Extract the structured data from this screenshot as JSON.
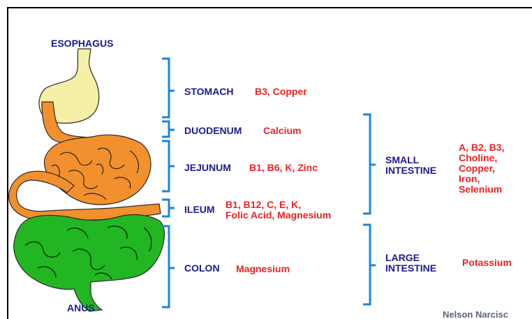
{
  "labels": {
    "esophagus": "ESOPHAGUS",
    "anus": "ANUS",
    "stomach": "STOMACH",
    "duodenum": "DUODENUM",
    "jejunum": "JEJUNUM",
    "ileum": "ILEUM",
    "colon": "COLON",
    "small_intestine": [
      "SMALL",
      "INTESTINE"
    ],
    "large_intestine": [
      "LARGE",
      "INTESTINE"
    ]
  },
  "nutrients": {
    "stomach": "B3, Copper",
    "duodenum": "Calcium",
    "jejunum": "B1, B6, K, Zinc",
    "ileum": [
      "B1, B12, C, E, K,",
      "Folic Acid, Magnesium"
    ],
    "colon": "Magnesium",
    "small_intestine": [
      "A, B2, B3,",
      "Choline,",
      "Copper,",
      "Iron,",
      "Selenium"
    ],
    "large_intestine": "Potassium"
  },
  "credit": "Nelson Narcisc",
  "colors": {
    "stomach": "#f5f0a5",
    "small_intestine": "#f2902d",
    "colon": "#22b722",
    "brace": "#1a86e0",
    "label": "#1b1b8f",
    "nutrient": "#ee2222"
  }
}
